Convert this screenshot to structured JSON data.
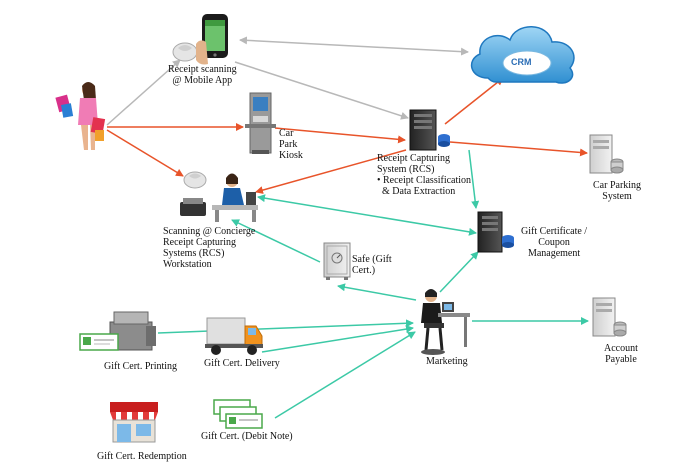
{
  "nodes": {
    "mobile_app": {
      "label": "Receipt scanning\n@ Mobile App"
    },
    "crm": {
      "label": "CRM"
    },
    "car_park_kiosk": {
      "label": "Car\nPark\nKiosk"
    },
    "rcs": {
      "label": "Receipt Capturing\nSystem (RCS)\n• Receipt Classification\n  & Data Extraction"
    },
    "car_parking_system": {
      "label": "Car Parking\nSystem"
    },
    "concierge": {
      "label": "Scanning @ Concierge\nReceipt Capturing\nSystems (RCS)\nWorkstation"
    },
    "gift_cert_mgmt": {
      "label": "Gift Certificate /\nCoupon\nManagement"
    },
    "safe": {
      "label": "Safe (Gift\nCert.)"
    },
    "marketing": {
      "label": "Marketing"
    },
    "account_payable": {
      "label": "Account\nPayable"
    },
    "printing": {
      "label": "Gift Cert. Printing"
    },
    "delivery": {
      "label": "Gift Cert. Delivery"
    },
    "redemption": {
      "label": "Gift Cert. Redemption"
    },
    "debit_note": {
      "label": "Gift Cert. (Debit Note)"
    }
  },
  "colors": {
    "gray": "#b8b8b8",
    "red": "#e8542a",
    "green": "#3cc9a6"
  },
  "icons": [
    "shopper-icon",
    "smartphone-icon",
    "scanner-icon",
    "cloud-icon",
    "kiosk-icon",
    "server-icon",
    "workstation-icon",
    "safe-icon",
    "worker-icon",
    "printer-icon",
    "truck-icon",
    "store-icon",
    "certificate-icon"
  ]
}
